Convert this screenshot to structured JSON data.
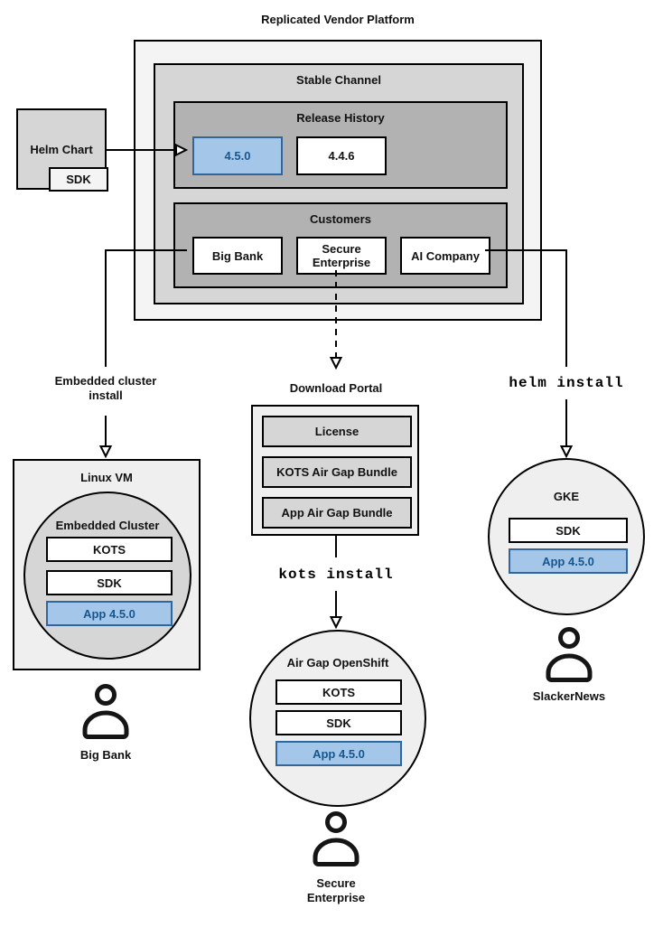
{
  "title": "Replicated Vendor Platform",
  "colors": {
    "accent_fill": "#a4c7e9",
    "accent_border": "#2f669c",
    "accent_text": "#17568f"
  },
  "platform": {
    "stable_channel": "Stable Channel",
    "release_history": {
      "title": "Release History",
      "current": "4.5.0",
      "previous": "4.4.6"
    },
    "customers": {
      "title": "Customers",
      "big_bank": "Big Bank",
      "secure_enterprise": "Secure\nEnterprise",
      "ai_company": "AI Company"
    }
  },
  "helm_chart": {
    "label": "Helm Chart",
    "sdk": "SDK"
  },
  "left_flow": {
    "arrow_label": "Embedded cluster\ninstall",
    "vm": {
      "title": "Linux VM",
      "cluster": {
        "title": "Embedded Cluster",
        "kots": "KOTS",
        "sdk": "SDK",
        "app": "App 4.5.0"
      }
    },
    "user": "Big Bank"
  },
  "middle_flow": {
    "portal": {
      "title": "Download Portal",
      "items": [
        "License",
        "KOTS Air Gap Bundle",
        "App Air Gap Bundle"
      ]
    },
    "command": "kots install",
    "cluster": {
      "title": "Air Gap OpenShift",
      "kots": "KOTS",
      "sdk": "SDK",
      "app": "App 4.5.0"
    },
    "user": "Secure\nEnterprise"
  },
  "right_flow": {
    "command": "helm install",
    "cluster": {
      "title": "GKE",
      "sdk": "SDK",
      "app": "App 4.5.0"
    },
    "user": "SlackerNews"
  }
}
